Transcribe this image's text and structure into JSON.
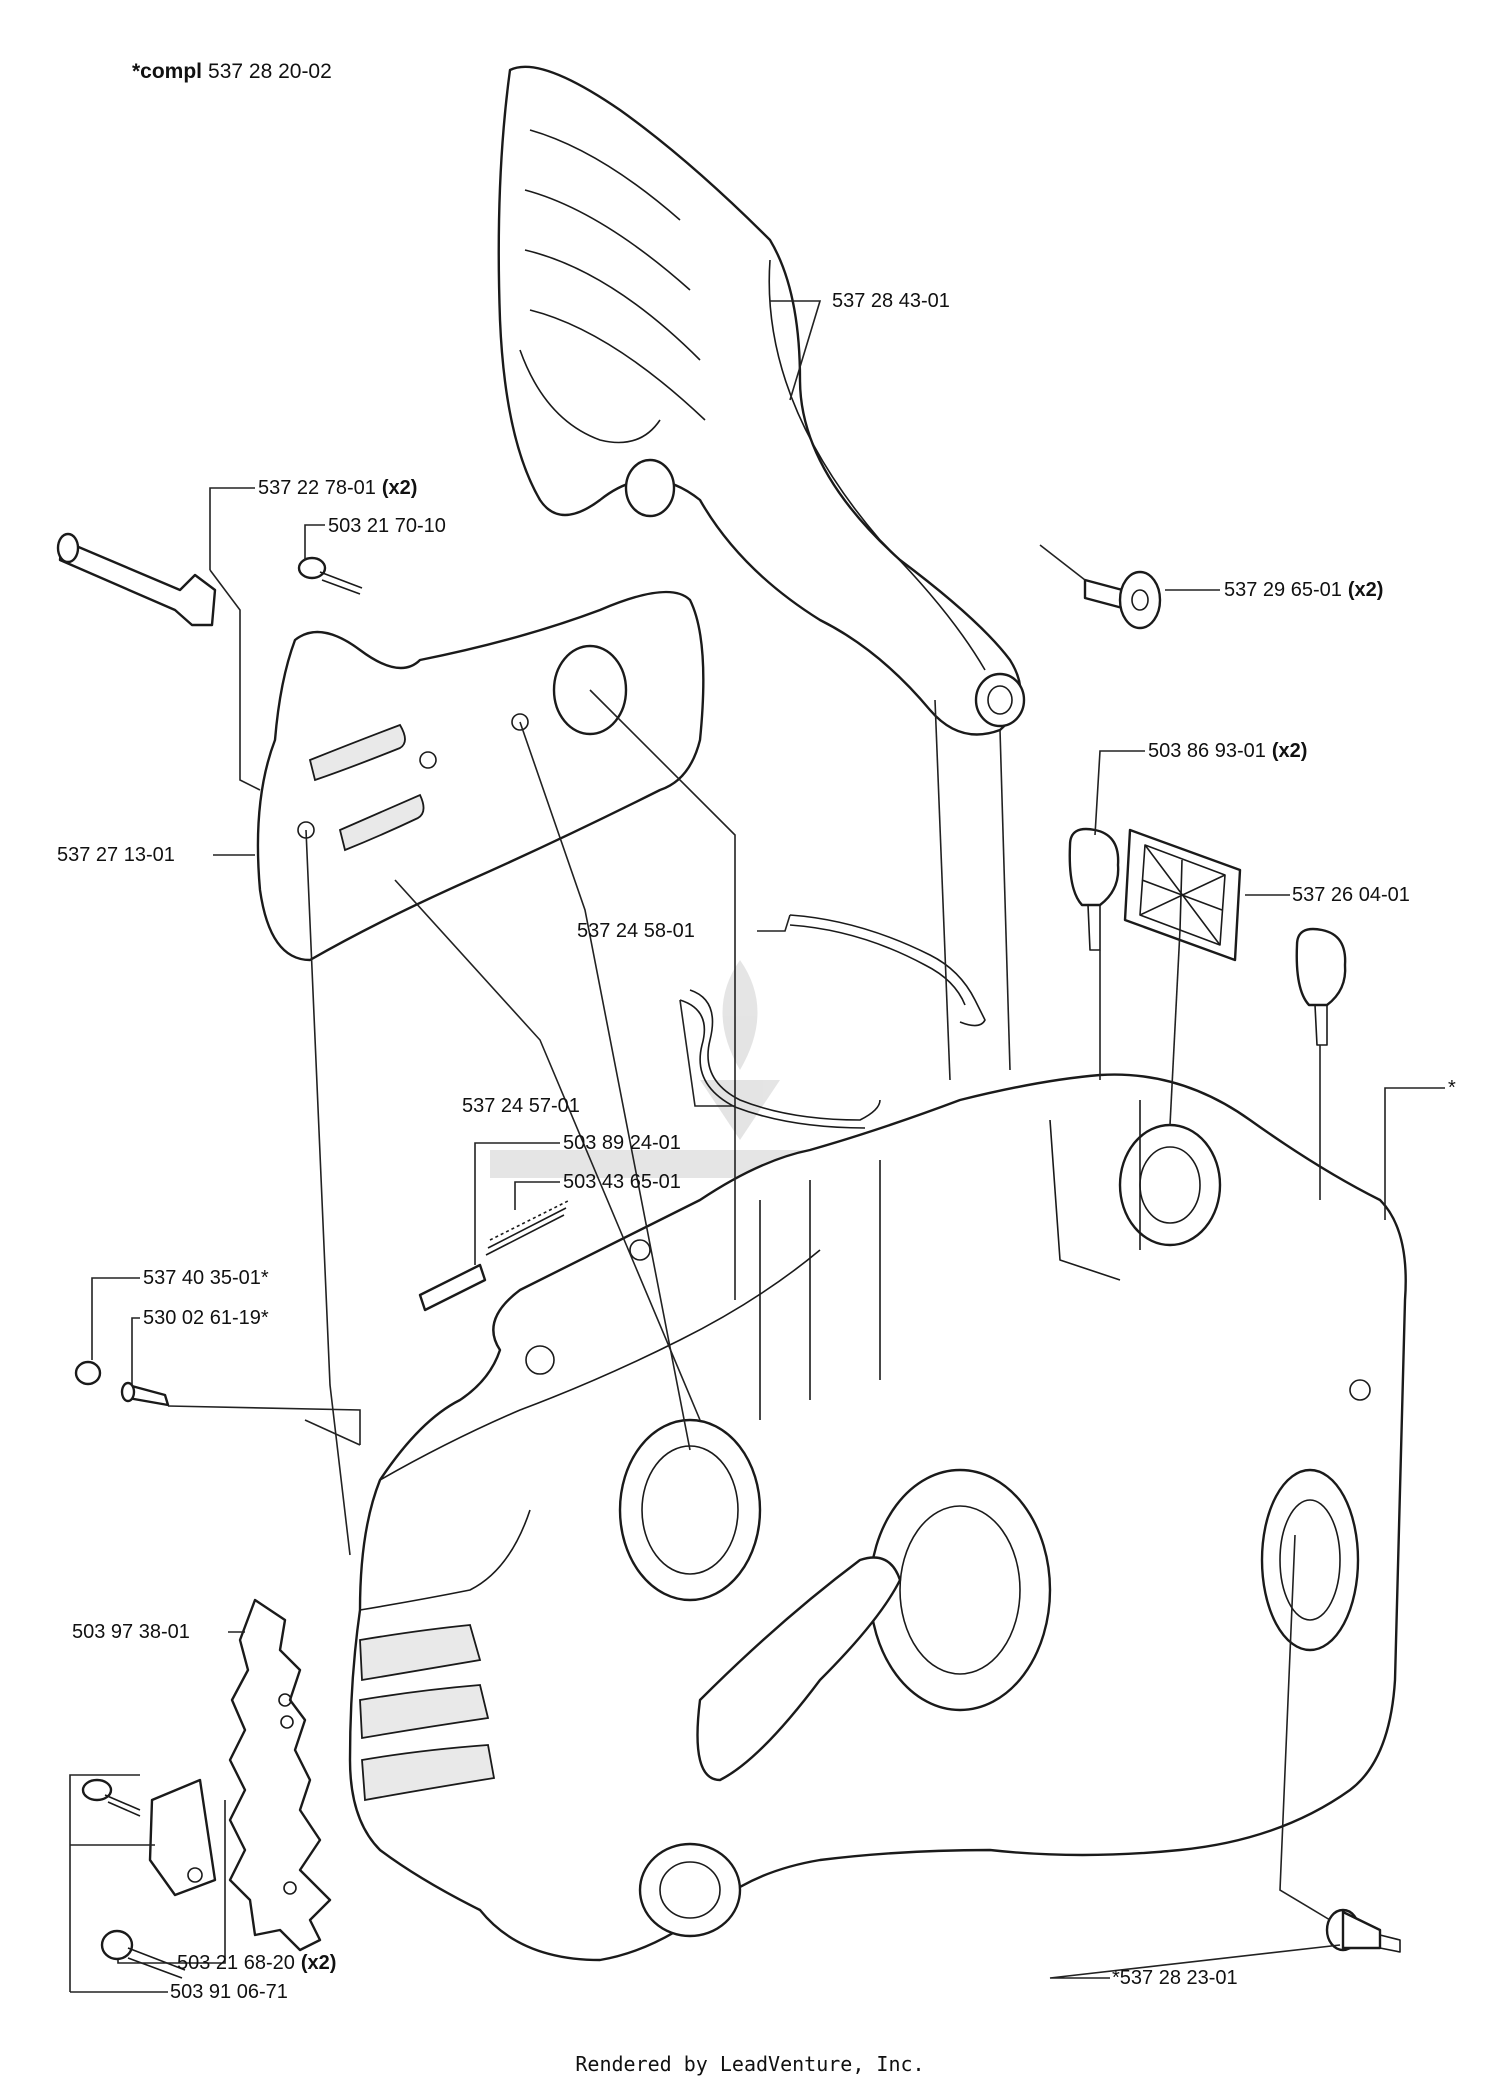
{
  "assembly": {
    "prefix": "*compl",
    "number": "537 28 20-02"
  },
  "parts": [
    {
      "id": "guard",
      "number": "537 28 43-01",
      "qty": ""
    },
    {
      "id": "bar-bolt",
      "number": "537 22 78-01",
      "qty": "(x2)"
    },
    {
      "id": "screw-1",
      "number": "503 21 70-10",
      "qty": ""
    },
    {
      "id": "handle-bolt",
      "number": "537 29 65-01",
      "qty": "(x2)"
    },
    {
      "id": "bar-plate",
      "number": "537 27 13-01",
      "qty": ""
    },
    {
      "id": "damper",
      "number": "503 86 93-01",
      "qty": "(x2)"
    },
    {
      "id": "filter",
      "number": "537 26 04-01",
      "qty": ""
    },
    {
      "id": "gasket-1",
      "number": "537 24 58-01",
      "qty": ""
    },
    {
      "id": "gasket-2",
      "number": "537 24 57-01",
      "qty": ""
    },
    {
      "id": "crankcase",
      "number": "*",
      "qty": ""
    },
    {
      "id": "pawl",
      "number": "503 89 24-01",
      "qty": ""
    },
    {
      "id": "spring",
      "number": "503 43 65-01",
      "qty": ""
    },
    {
      "id": "nut",
      "number": "537 40 35-01*",
      "qty": ""
    },
    {
      "id": "needle",
      "number": "530 02 61-19*",
      "qty": ""
    },
    {
      "id": "spike",
      "number": "503 97 38-01",
      "qty": ""
    },
    {
      "id": "stud",
      "number": "*537 28 23-01",
      "qty": ""
    },
    {
      "id": "screw-2",
      "number": "503 21 68-20",
      "qty": "(x2)"
    },
    {
      "id": "catcher",
      "number": "503 91 06-71",
      "qty": ""
    }
  ],
  "footer": "Rendered by LeadVenture, Inc."
}
